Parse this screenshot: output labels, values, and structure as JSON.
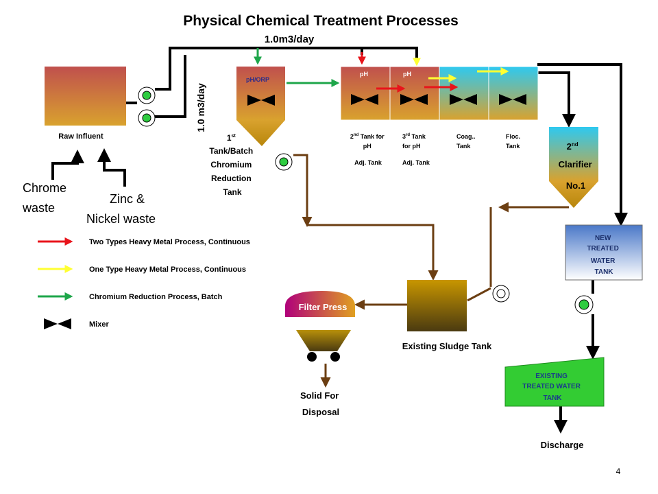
{
  "title": "Physical Chemical Treatment Processes",
  "page_number": "4",
  "flows": {
    "top_flow": "1.0m3/day",
    "side_flow": "1.0 m3/day"
  },
  "inputs": {
    "raw_influent": "Raw Influent",
    "chrome_waste": [
      "Chrome",
      "waste"
    ],
    "zinc_nickel_waste": [
      "Zinc &",
      "Nickel  waste"
    ]
  },
  "tank1": {
    "sensor": "pH/ORP",
    "label_num": "1",
    "label_sup": "st",
    "label_lines": [
      "Tank/Batch",
      "Chromium",
      "Reduction",
      "Tank"
    ]
  },
  "ph_tanks": {
    "sensor_a": "pH",
    "sensor_b": "pH",
    "tank2": {
      "num": "2",
      "sup": "nd",
      "line1": " Tank for",
      "line2": "pH",
      "line3": "Adj. Tank"
    },
    "tank3": {
      "num": "3",
      "sup": "rd",
      "line1": "  Tank",
      "line2": "for pH",
      "line3": "Adj. Tank"
    },
    "coag": [
      "Coag..",
      "Tank"
    ],
    "floc": [
      "Floc.",
      "Tank"
    ]
  },
  "clarifier": {
    "num": "2",
    "sup": "nd",
    "line1": "Clarifier",
    "line2": "No.1"
  },
  "new_treated": [
    "NEW",
    "TREATED",
    "WATER",
    "TANK"
  ],
  "existing_treated": [
    "EXISTING",
    "TREATED WATER",
    "TANK"
  ],
  "discharge": "Discharge",
  "sludge_tank": "Existing Sludge  Tank",
  "filter_press": "Filter Press",
  "solid_disposal": [
    "Solid For",
    "Disposal"
  ],
  "legend": [
    {
      "label": "Two Types Heavy Metal Process, Continuous",
      "color": "#e8141b"
    },
    {
      "label": "One Type Heavy Metal Process, Continuous",
      "color": "#ffff33"
    },
    {
      "label": "Chromium Reduction Process, Batch",
      "color": "#1ea64a"
    },
    {
      "label": "Mixer",
      "color": "#000000"
    }
  ],
  "colors": {
    "tank_gradient_top": "#c0504d",
    "tank_gradient_bottom": "#d9a22e",
    "cyan_top": "#2ec9f0",
    "sludge_top": "#c89600",
    "sludge_bottom": "#4a3a10",
    "pipe_brown": "#6b3e12",
    "pump_green": "#2ecc40",
    "filter_top": "#b0007a",
    "filter_bottom": "#e0a020",
    "existing_tank_green": "#33cc33"
  }
}
